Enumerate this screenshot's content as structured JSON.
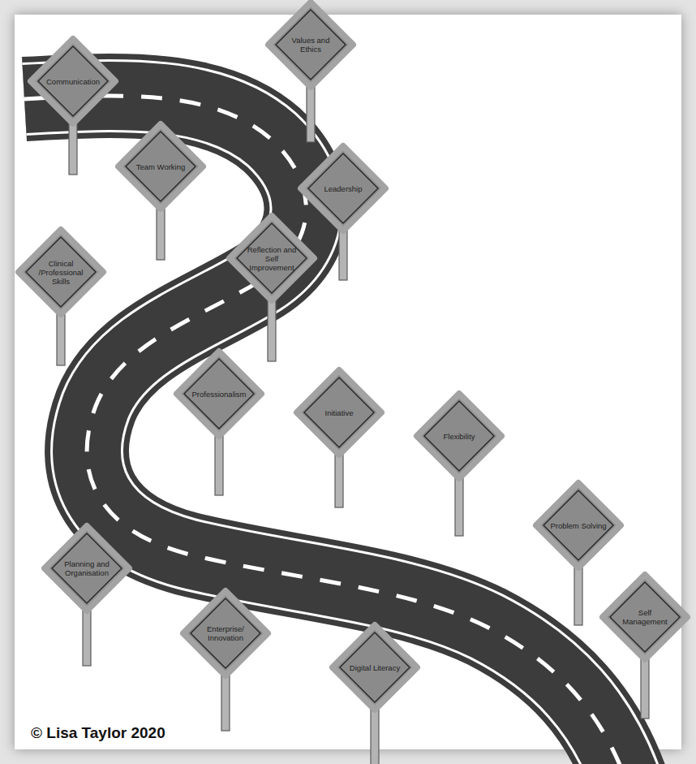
{
  "diagram": {
    "nodes": [
      {
        "text": [
          "Values and Ethics"
        ]
      },
      {
        "text": [
          "Communication"
        ]
      },
      {
        "text": [
          "Team Working"
        ]
      },
      {
        "text": [
          "Leadership"
        ]
      },
      {
        "text": [
          "Reflection and Self Improvement"
        ]
      },
      {
        "text": [
          "Clinical /Professional Skills"
        ]
      },
      {
        "text": [
          "Professionalism"
        ]
      },
      {
        "text": [
          "Initiative"
        ]
      },
      {
        "text": [
          "Flexibility"
        ]
      },
      {
        "text": [
          "Problem Solving"
        ]
      },
      {
        "text": [
          "Planning and Organisation"
        ]
      },
      {
        "text": [
          "Self Management"
        ]
      },
      {
        "text": [
          "Enterprise/ Innovation"
        ]
      },
      {
        "text": [
          "Digital Literacy"
        ]
      }
    ],
    "labels": [
      "© Lisa Taylor 2020"
    ]
  }
}
